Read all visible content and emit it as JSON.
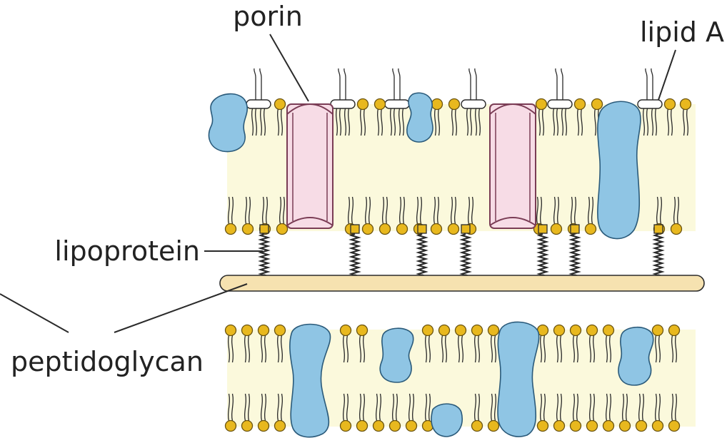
{
  "labels": {
    "porin": "porin",
    "lipid_a": "lipid A",
    "lipoprotein": "lipoprotein",
    "peptidoglycan": "peptidoglycan"
  },
  "colors": {
    "background": "#ffffff",
    "membrane_fill": "#fbf9dc",
    "lipid_head": "#e8b81e",
    "lipid_head_stroke": "#6b5410",
    "protein_blue": "#8fc5e4",
    "protein_stroke": "#2a5a7a",
    "porin_fill": "#f7dce6",
    "porin_stroke": "#7a3c55",
    "peptidoglycan_fill": "#f6e2b0",
    "line": "#2a2a2a"
  }
}
